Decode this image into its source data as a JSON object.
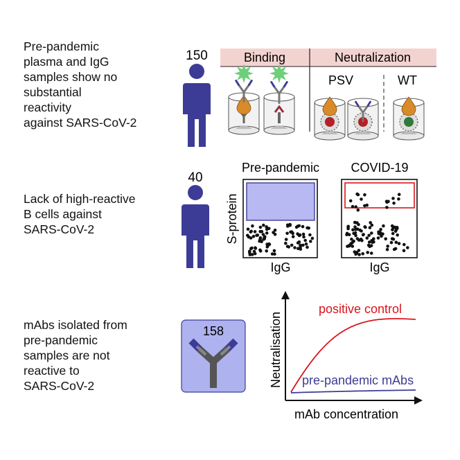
{
  "rows": [
    {
      "caption_lines": [
        "Pre-pandemic",
        "plasma and IgG",
        "samples show no",
        "substantial",
        "reactivity",
        "against SARS-CoV-2"
      ],
      "count": "150",
      "binding_label": "Binding",
      "neutralization_label": "Neutralization",
      "psv_label": "PSV",
      "wt_label": "WT"
    },
    {
      "caption_lines": [
        "Lack of high-reactive",
        "B cells against",
        "SARS-CoV-2"
      ],
      "count": "40",
      "panel_left_title": "Pre-pandemic",
      "panel_right_title": "COVID-19",
      "y_axis_label": "S-protein",
      "x_axis_label": "IgG"
    },
    {
      "caption_lines": [
        "mAbs isolated from",
        "pre-pandemic",
        "samples are not",
        "reactive to",
        "SARS-CoV-2"
      ],
      "count": "158",
      "chart_title_y": "Neutralisation",
      "chart_title_x": "mAb concentration",
      "positive_label": "positive control",
      "prepandemic_label": "pre-pandemic mAbs"
    }
  ],
  "colors": {
    "person": "#3c3c96",
    "binding_bar": "#f3d3d0",
    "gate_fill": "#b8b9f2",
    "gate_stroke": "#3c3c96",
    "red_curve": "#d8141c",
    "blue_curve": "#3c3c96",
    "mab_box": "#aeb2ee",
    "antigen_green": "#6fce7a",
    "drop_orange": "#d98a2a"
  }
}
